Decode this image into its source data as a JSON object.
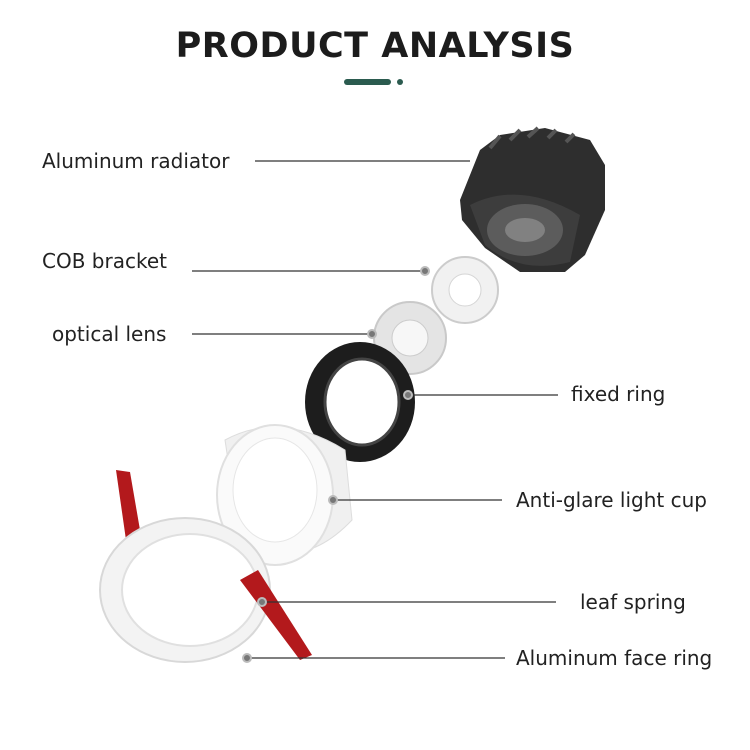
{
  "header": {
    "title": "PRODUCT ANALYSIS"
  },
  "labels": {
    "radiator": "Aluminum radiator",
    "cob": "COB bracket",
    "lens": "optical lens",
    "fixed": "fixed ring",
    "cup": "Anti-glare light cup",
    "spring": "leaf spring",
    "face": "Aluminum face ring"
  },
  "colors": {
    "accent": "#2b5b4f",
    "spring": "#b3191c",
    "text": "#222222"
  }
}
